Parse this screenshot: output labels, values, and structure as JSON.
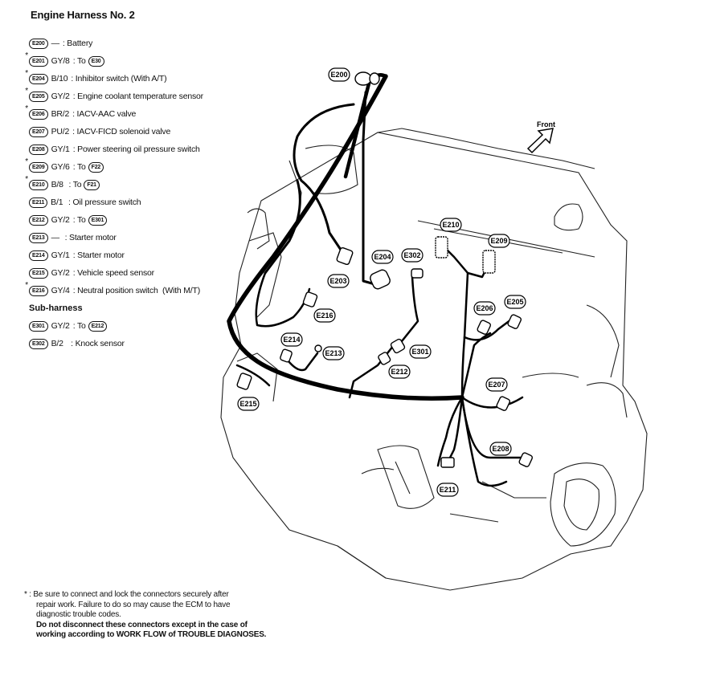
{
  "title": "Engine Harness No. 2",
  "legend": [
    {
      "star": "",
      "code": "E200",
      "spec": "—",
      "desc": ": Battery",
      "ref": ""
    },
    {
      "star": "*",
      "code": "E201",
      "spec": "GY/8",
      "desc": ": To",
      "ref": "E30"
    },
    {
      "star": "*",
      "code": "E204",
      "spec": "B/10",
      "desc": ": Inhibitor switch (With A/T)",
      "ref": ""
    },
    {
      "star": "*",
      "code": "E205",
      "spec": "GY/2",
      "desc": ": Engine coolant temperature sensor",
      "ref": ""
    },
    {
      "star": "*",
      "code": "E206",
      "spec": "BR/2",
      "desc": ": IACV-AAC valve",
      "ref": ""
    },
    {
      "star": "",
      "code": "E207",
      "spec": "PU/2",
      "desc": ": IACV-FICD solenoid valve",
      "ref": ""
    },
    {
      "star": "",
      "code": "E208",
      "spec": "GY/1",
      "desc": ": Power steering oil pressure switch",
      "ref": ""
    },
    {
      "star": "*",
      "code": "E209",
      "spec": "GY/6",
      "desc": ": To",
      "ref": "F22"
    },
    {
      "star": "*",
      "code": "E210",
      "spec": "B/8",
      "desc": " : To",
      "ref": "F21"
    },
    {
      "star": "",
      "code": "E211",
      "spec": "B/1",
      "desc": " : Oil pressure switch",
      "ref": ""
    },
    {
      "star": "",
      "code": "E212",
      "spec": "GY/2",
      "desc": ": To",
      "ref": "E301"
    },
    {
      "star": "",
      "code": "E213",
      "spec": "—",
      "desc": " : Starter motor",
      "ref": ""
    },
    {
      "star": "",
      "code": "E214",
      "spec": "GY/1",
      "desc": ": Starter motor",
      "ref": ""
    },
    {
      "star": "",
      "code": "E215",
      "spec": "GY/2",
      "desc": ": Vehicle speed sensor",
      "ref": ""
    },
    {
      "star": "*",
      "code": "E216",
      "spec": "GY/4",
      "desc": ": Neutral position switch  (With M/T)",
      "ref": ""
    }
  ],
  "subharness_title": "Sub-harness",
  "subharness": [
    {
      "star": "",
      "code": "E301",
      "spec": "GY/2",
      "desc": ": To",
      "ref": "E212"
    },
    {
      "star": "",
      "code": "E302",
      "spec": "B/2",
      "desc": "  : Knock sensor",
      "ref": ""
    }
  ],
  "note": [
    "* : Be sure to connect and lock the connectors securely after",
    "repair work. Failure to do so may cause the ECM to have",
    "diagnostic trouble codes.",
    "Do not disconnect these connectors except in the case of",
    "working according to WORK FLOW of TROUBLE DIAGNOSES."
  ],
  "front_label": "Front",
  "connector_labels": {
    "E200": "E200",
    "E203": "E203",
    "E204": "E204",
    "E302": "E302",
    "E210": "E210",
    "E209": "E209",
    "E216": "E216",
    "E206": "E206",
    "E205": "E205",
    "E214": "E214",
    "E213": "E213",
    "E301": "E301",
    "E212": "E212",
    "E207": "E207",
    "E208": "E208",
    "E215": "E215",
    "E211": "E211"
  }
}
